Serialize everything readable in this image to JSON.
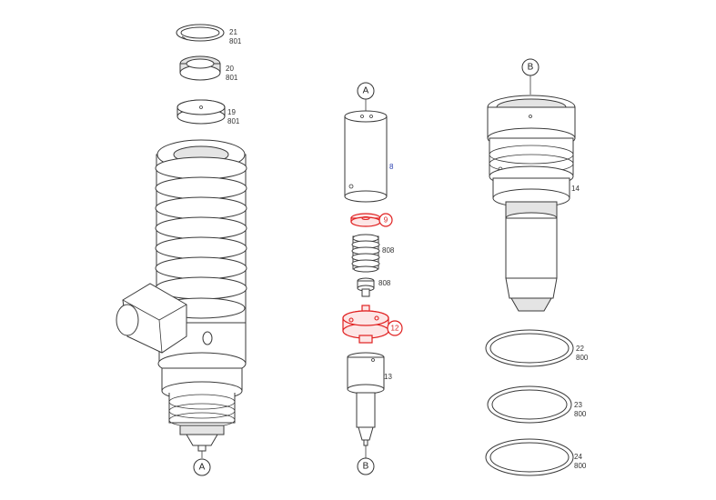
{
  "diagram": {
    "colors": {
      "line": "#3a3a3a",
      "highlight": "#e02020",
      "blue_label": "#2a3fb0"
    },
    "left_assembly": {
      "callouts": [
        {
          "id": "c21",
          "num": "21",
          "code": "801"
        },
        {
          "id": "c20",
          "num": "20",
          "code": "801"
        },
        {
          "id": "c19",
          "num": "19",
          "code": "801"
        }
      ],
      "ref_bottom": "A"
    },
    "middle_assembly": {
      "ref_top": "A",
      "ref_bottom": "B",
      "callouts": [
        {
          "id": "c8",
          "num": "8",
          "style": "blue"
        },
        {
          "id": "c9",
          "num": "9",
          "style": "red-circle"
        },
        {
          "id": "c808a",
          "num": "808",
          "style": "plain"
        },
        {
          "id": "c808b",
          "num": "808",
          "style": "plain"
        },
        {
          "id": "c12",
          "num": "12",
          "style": "red-circle"
        },
        {
          "id": "c13",
          "num": "13",
          "style": "plain"
        }
      ]
    },
    "right_assembly": {
      "ref_top": "B",
      "callouts": [
        {
          "id": "c14",
          "num": "14",
          "code": ""
        },
        {
          "id": "c22",
          "num": "22",
          "code": "800"
        },
        {
          "id": "c23",
          "num": "23",
          "code": "800"
        },
        {
          "id": "c24",
          "num": "24",
          "code": "800"
        }
      ]
    }
  }
}
